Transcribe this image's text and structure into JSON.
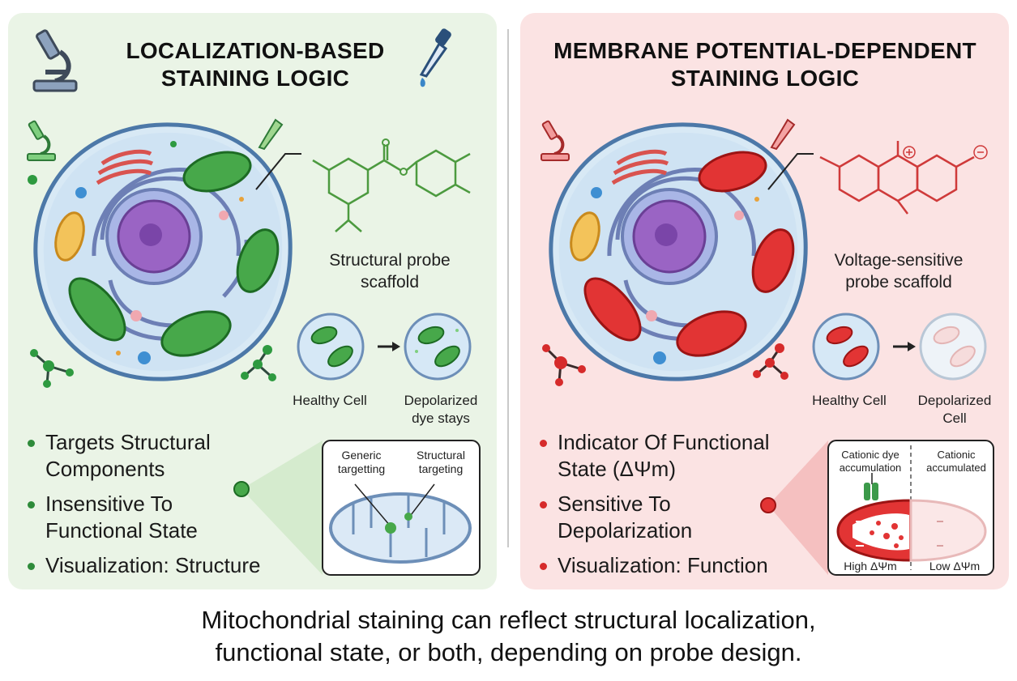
{
  "left": {
    "title_line1": "LOCALIZATION-BASED",
    "title_line2": "STAINING LOGIC",
    "scaffold_line1": "Structural probe",
    "scaffold_line2": "scaffold",
    "healthy_label": "Healthy Cell",
    "depolarized_line1": "Depolarized",
    "depolarized_line2": "dye stays",
    "bullets": [
      {
        "line1": "Targets Structural",
        "line2": "Components"
      },
      {
        "line1": "Insensitive To",
        "line2": "Functional State"
      },
      {
        "line1": "Visualization: Structure",
        "line2": ""
      }
    ],
    "zoom_label_a_line1": "Generic",
    "zoom_label_a_line2": "targetting",
    "zoom_label_b_line1": "Structural",
    "zoom_label_b_line2": "targeting",
    "accent": "#2e8b3a"
  },
  "right": {
    "title_line1": "MEMBRANE POTENTIAL-DEPENDENT",
    "title_line2": "STAINING LOGIC",
    "scaffold_line1": "Voltage-sensitive",
    "scaffold_line2": "probe scaffold",
    "healthy_label": "Healthy Cell",
    "depolarized_line1": "Depolarized",
    "depolarized_line2": "Cell",
    "bullets": [
      {
        "line1": "Indicator Of Functional",
        "line2": "State (ΔΨm)"
      },
      {
        "line1": "Sensitive To",
        "line2": "Depolarization"
      },
      {
        "line1": "Visualization: Function",
        "line2": ""
      }
    ],
    "zoom_label_a_line1": "Cationic dye",
    "zoom_label_a_line2": "accumulation",
    "zoom_label_b_line1": "Cationic",
    "zoom_label_b_line2": "accumulated",
    "zoom_high": "High ΔΨm",
    "zoom_low": "Low ΔΨm",
    "accent": "#d62b2b"
  },
  "footer": {
    "line1": "Mitochondrial staining can reflect structural localization,",
    "line2": "functional state, or both, depending on probe design."
  }
}
